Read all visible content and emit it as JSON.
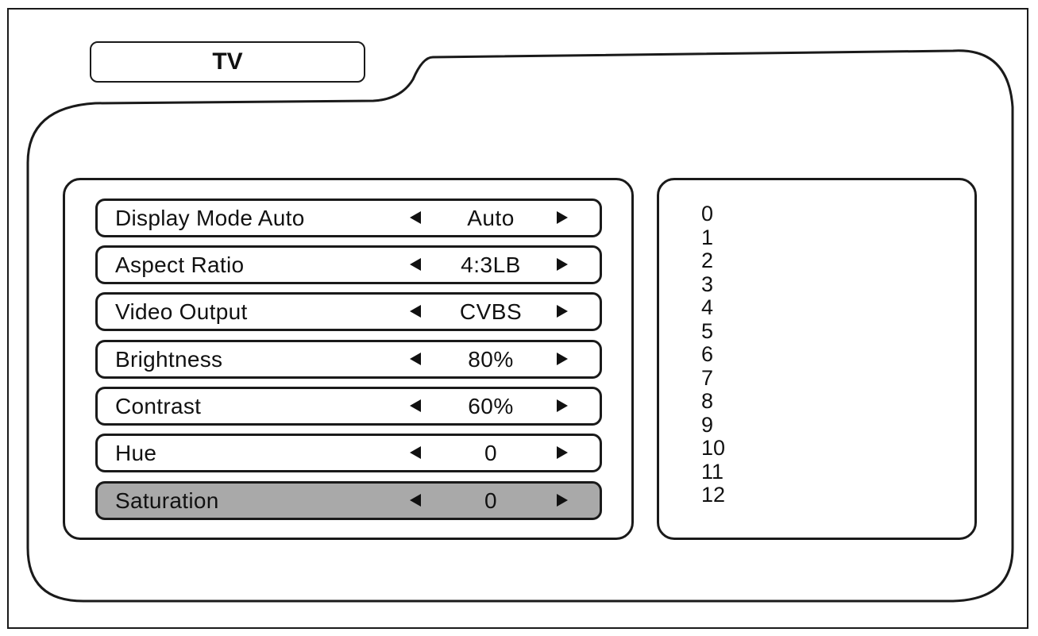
{
  "tab": {
    "title": "TV"
  },
  "menu": {
    "items": [
      {
        "label": "Display Mode Auto",
        "value": "Auto",
        "selected": false
      },
      {
        "label": "Aspect Ratio",
        "value": "4:3LB",
        "selected": false
      },
      {
        "label": "Video Output",
        "value": "CVBS",
        "selected": false
      },
      {
        "label": "Brightness",
        "value": "80%",
        "selected": false
      },
      {
        "label": "Contrast",
        "value": "60%",
        "selected": false
      },
      {
        "label": "Hue",
        "value": "0",
        "selected": false
      },
      {
        "label": "Saturation",
        "value": "0",
        "selected": true
      }
    ]
  },
  "options": {
    "values": [
      "0",
      "1",
      "2",
      "3",
      "4",
      "5",
      "6",
      "7",
      "8",
      "9",
      "10",
      "11",
      "12"
    ]
  },
  "colors": {
    "selected_row": "#a9a9a9",
    "stroke": "#1a1a1a",
    "background": "#ffffff"
  },
  "icons": {
    "left": "triangle-left-icon",
    "right": "triangle-right-icon"
  }
}
